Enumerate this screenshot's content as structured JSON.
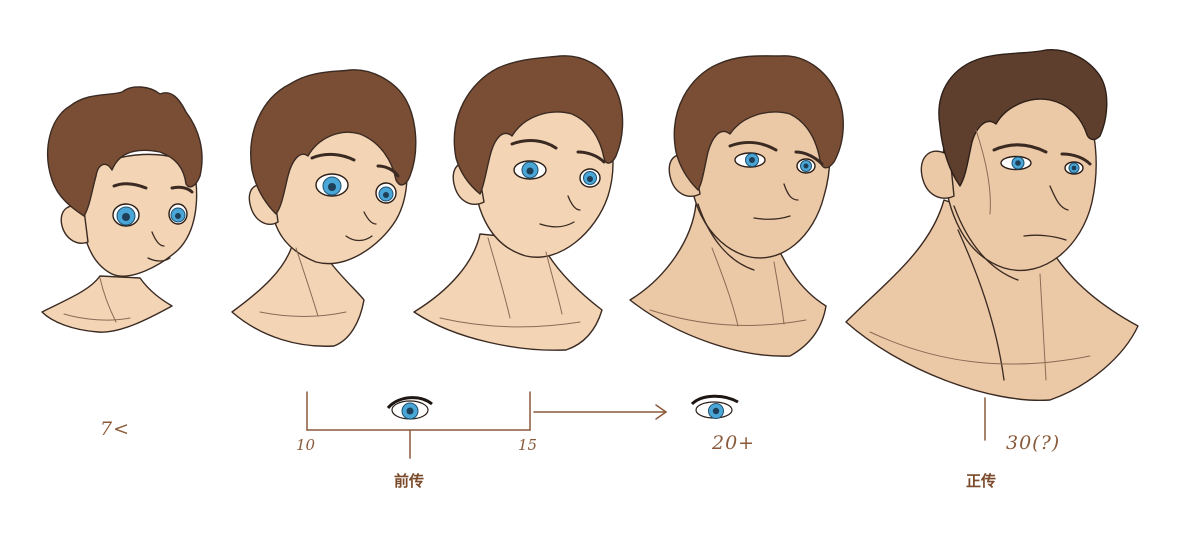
{
  "labels": {
    "age_7": "7<",
    "tick_10": "10",
    "tick_15": "15",
    "age_20": "20+",
    "age_30": "30(?)",
    "prequel": "前传",
    "main_story": "正传"
  },
  "colors": {
    "skin": "#f3d5b5",
    "skin_adult": "#ecc9a6",
    "hair": "#7a4e35",
    "hair_dark": "#5e3f2e",
    "eye": "#4aa6d6",
    "line": "#3a2a22",
    "annotation": "#8a5a3a",
    "background": "#ffffff"
  }
}
